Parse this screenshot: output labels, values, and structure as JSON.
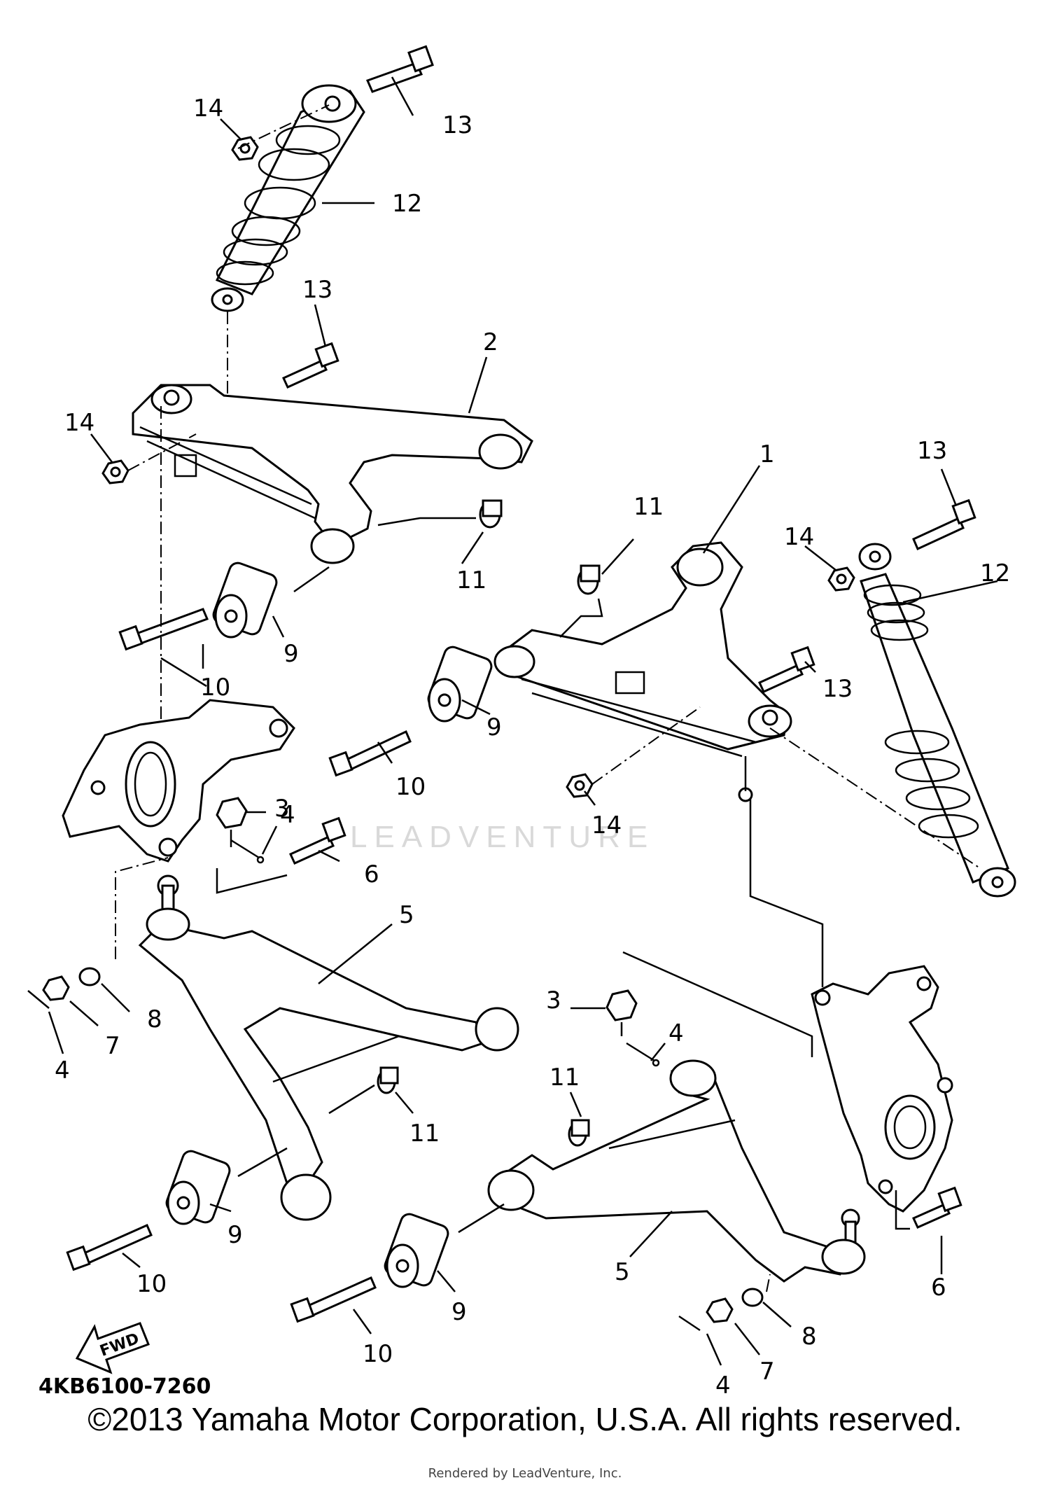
{
  "diagram_code": "4KB6100-7260",
  "watermark": "LEADVENTURE",
  "fwd_label": "FWD",
  "copyright": "©2013 Yamaha Motor Corporation, U.S.A. All rights reserved.",
  "rendered_by": "Rendered by LeadVenture, Inc.",
  "callouts": {
    "c1": "1",
    "c2": "2",
    "c3a": "3",
    "c3b": "3",
    "c4a": "4",
    "c4b": "4",
    "c4c": "4",
    "c4d": "4",
    "c5a": "5",
    "c5b": "5",
    "c6a": "6",
    "c6b": "6",
    "c7a": "7",
    "c7b": "7",
    "c8a": "8",
    "c8b": "8",
    "c9a": "9",
    "c9b": "9",
    "c9c": "9",
    "c9d": "9",
    "c10a": "10",
    "c10b": "10",
    "c10c": "10",
    "c10d": "10",
    "c11a": "11",
    "c11b": "11",
    "c11c": "11",
    "c11d": "11",
    "c12a": "12",
    "c12b": "12",
    "c13a": "13",
    "c13b": "13",
    "c13c": "13",
    "c13d": "13",
    "c14a": "14",
    "c14b": "14",
    "c14c": "14",
    "c14d": "14"
  }
}
